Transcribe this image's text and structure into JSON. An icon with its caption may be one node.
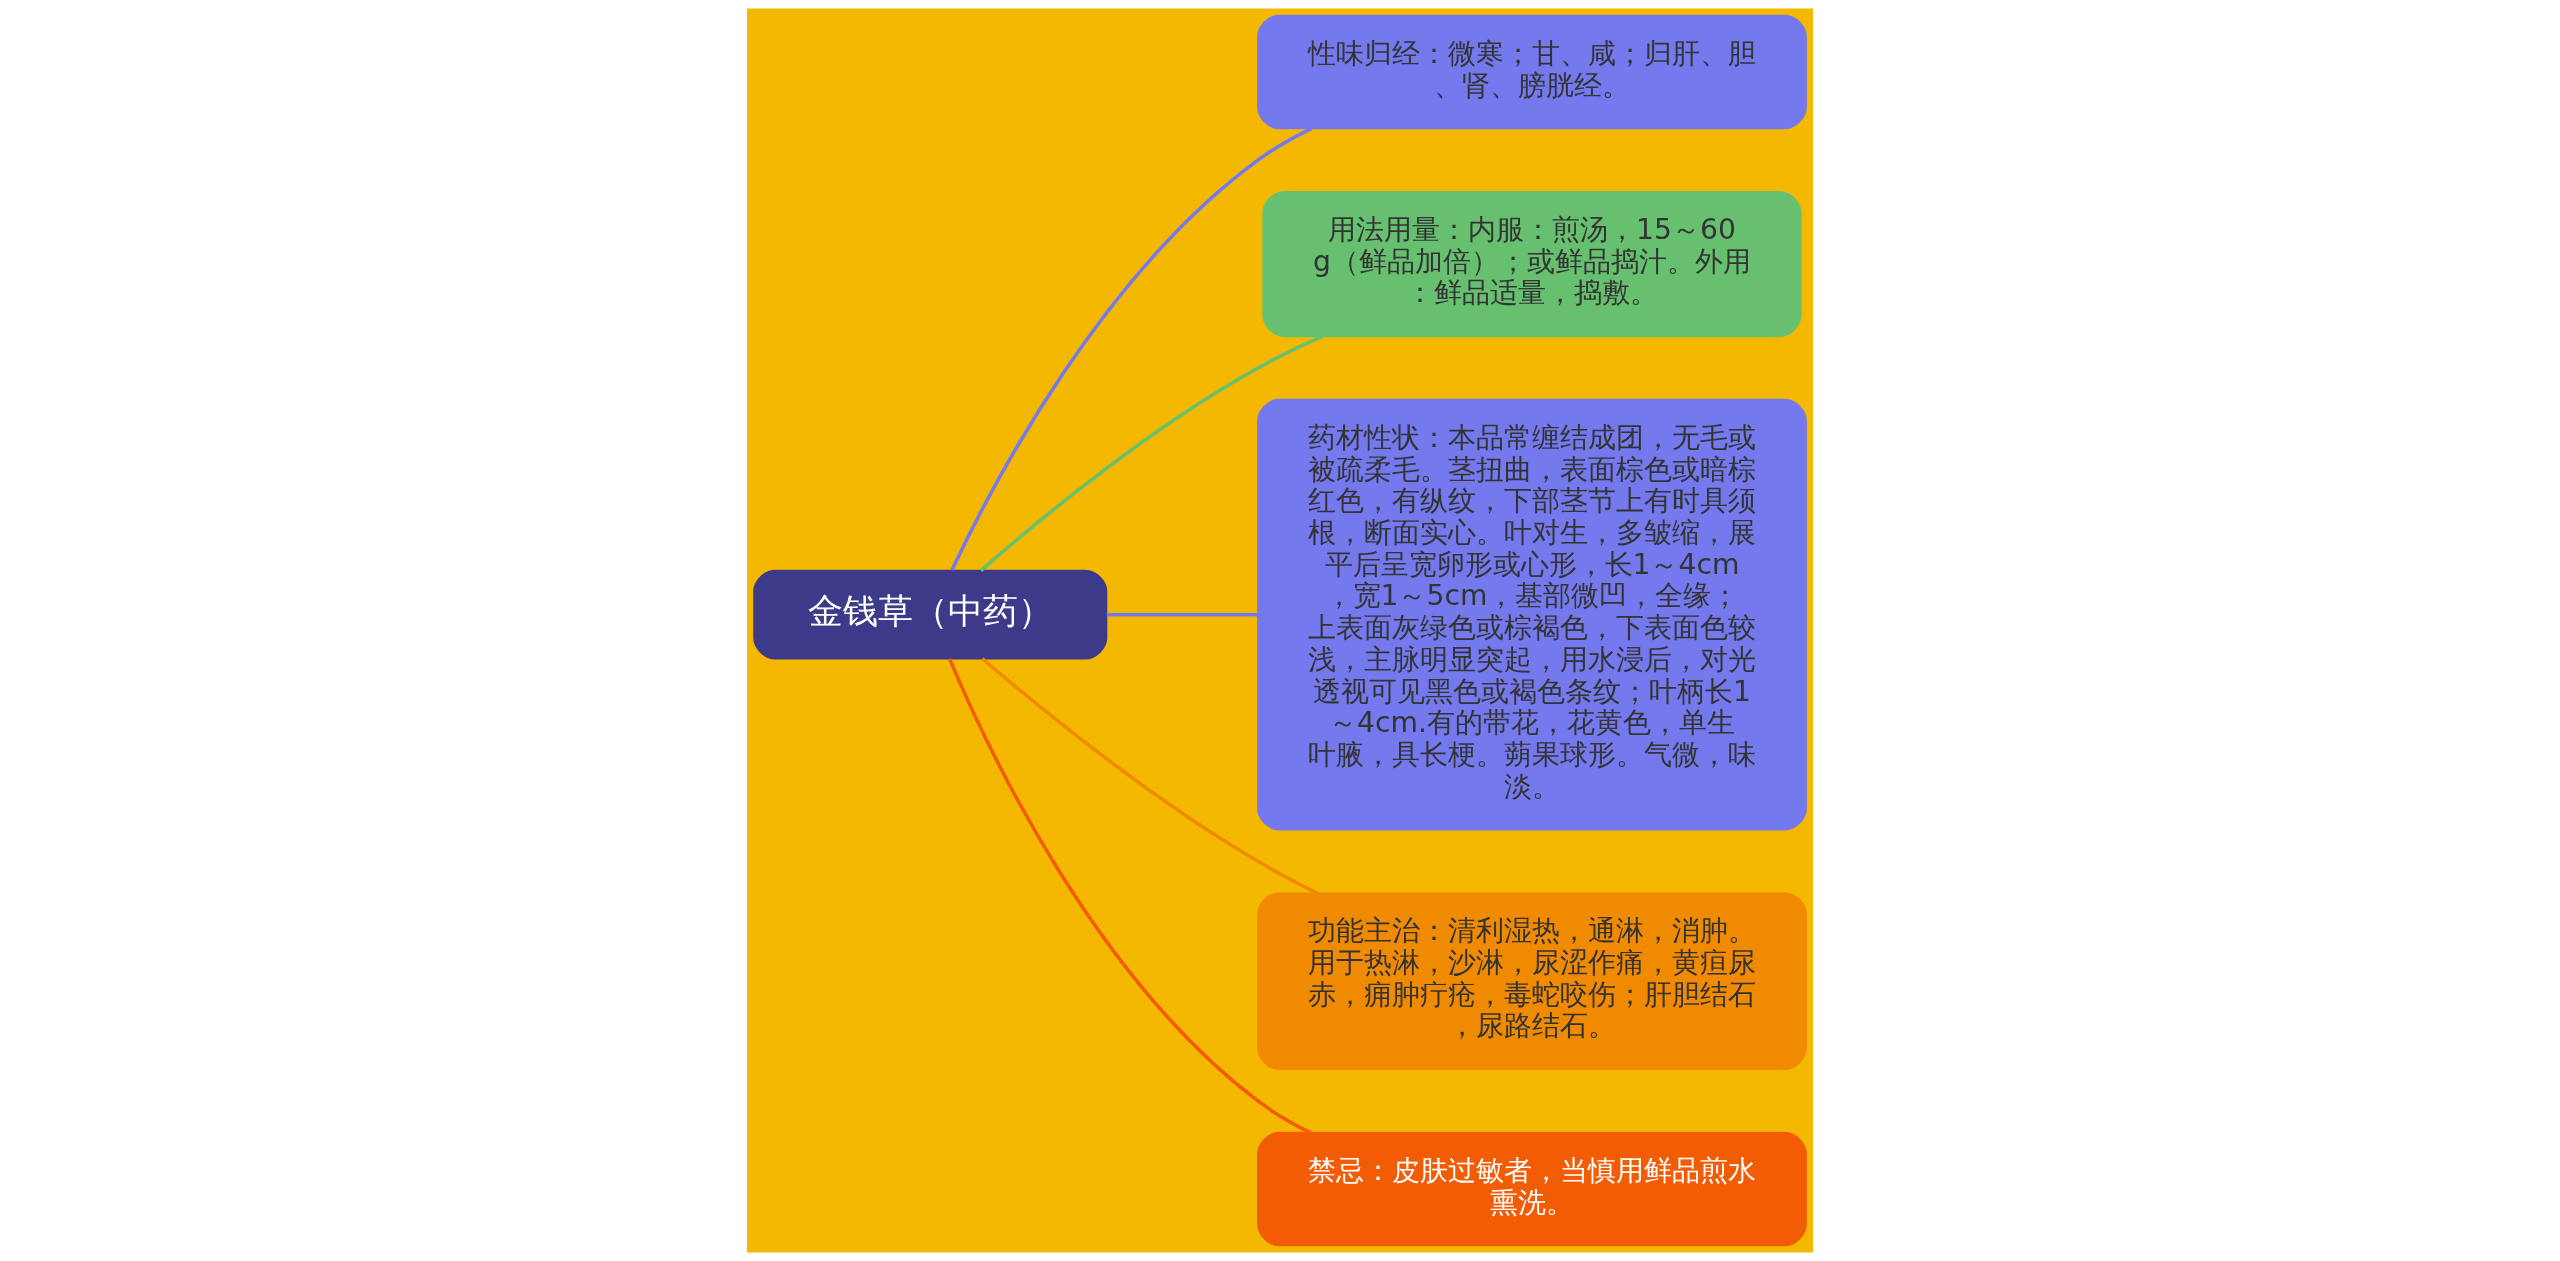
{
  "diagram": {
    "nodes": [
      {
        "text": [
          "金钱草（中药）"
        ]
      },
      {
        "text": [
          "性味归经：微寒；甘、咸；归肝、胆、肾、膀胱经。"
        ]
      },
      {
        "text": [
          "用法用量：内服：煎汤，15～60g（鲜品加倍）；或鲜品捣汁。外用：鲜品适量，捣敷。"
        ]
      },
      {
        "text": [
          "药材性状：本品常缠结成团，无毛或被疏柔毛。茎扭曲，表面棕色或暗棕红色，有纵纹，下部茎节上有时具须根，断面实心。叶对生，多皱缩，展平后呈宽卵形或心形，长1～4cm，宽1～5cm，基部微凹，全缘；上表面灰绿色或棕褐色，下表面色较浅，主脉明显突起，用水浸后，对光透视可见黑色或褐色条纹；叶柄长1～4cm.有的带花，花黄色，单生叶腋，具长梗。蒴果球形。气微，味淡。"
        ]
      },
      {
        "text": [
          "功能主治：清利湿热，通淋，消肿。用于热淋，沙淋，尿涩作痛，黄疸尿赤，痈肿疔疮，毒蛇咬伤；肝胆结石，尿路结石。"
        ]
      },
      {
        "text": [
          "禁忌：皮肤过敏者，当慎用鲜品煎水熏洗。"
        ]
      }
    ],
    "edges": [
      {
        "from": 0,
        "to": 1,
        "arrow": "none",
        "color": "#7479ed"
      },
      {
        "from": 0,
        "to": 2,
        "arrow": "none",
        "color": "#66c070"
      },
      {
        "from": 0,
        "to": 3,
        "arrow": "none",
        "color": "#7479ed"
      },
      {
        "from": 0,
        "to": 4,
        "arrow": "none",
        "color": "#f08a00"
      },
      {
        "from": 0,
        "to": 5,
        "arrow": "none",
        "color": "#f25c05"
      }
    ]
  }
}
